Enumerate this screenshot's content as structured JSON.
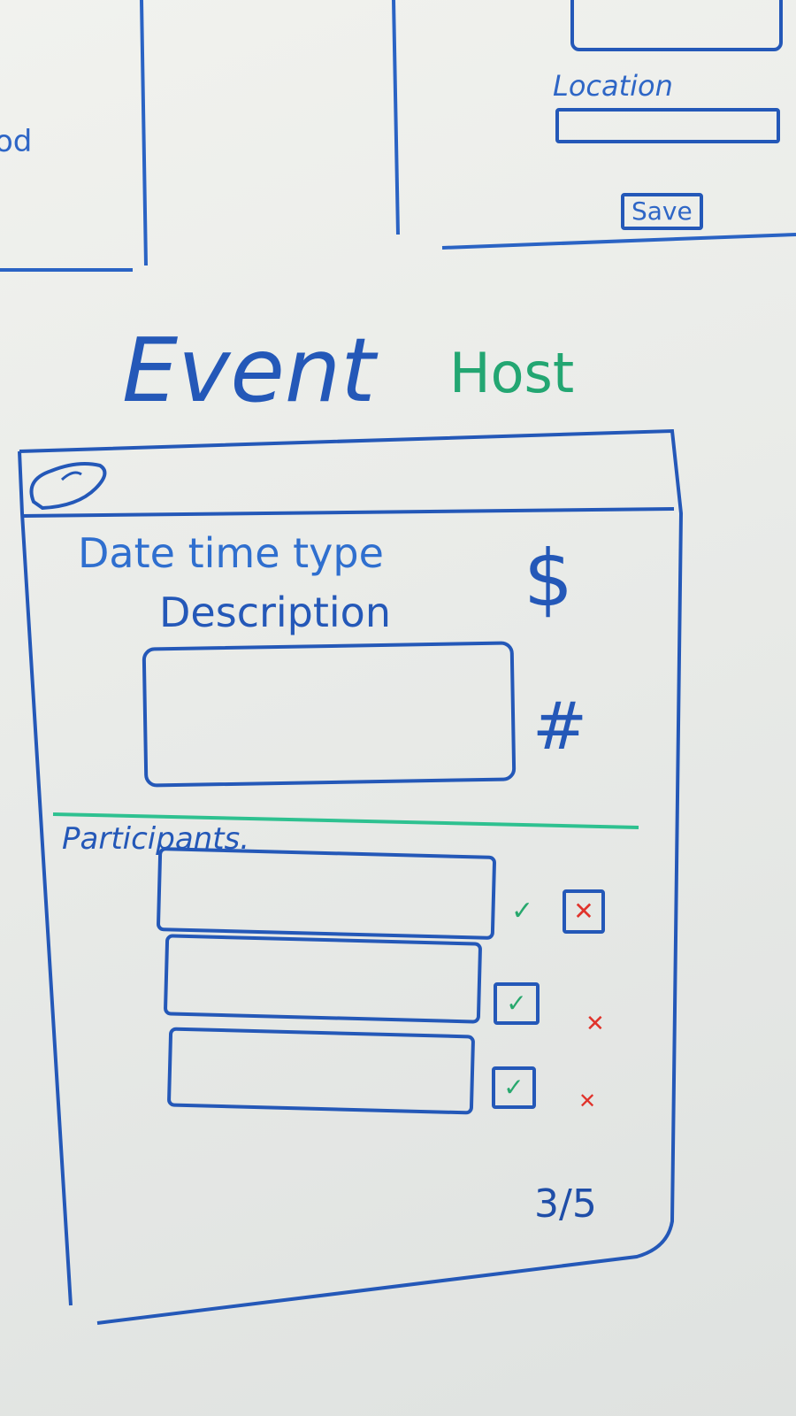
{
  "top_screen": {
    "location_label": "Location",
    "save_label": "Save",
    "partial_text": "od"
  },
  "page": {
    "title": "Event",
    "subtitle": "Host"
  },
  "event_card": {
    "meta_label": "Date time type",
    "price_symbol": "$",
    "description_label": "Description",
    "count_symbol": "#",
    "participants_label": "Participants.",
    "participants": [
      {
        "accepted_mark": "✓",
        "rejected_mark": "✕"
      },
      {
        "accepted_mark": "✓",
        "rejected_mark": "✕"
      },
      {
        "accepted_mark": "✓",
        "rejected_mark": "✕"
      }
    ],
    "participant_count": "3/5"
  },
  "colors": {
    "ink_blue": "#2458b8",
    "ink_green": "#27a86d",
    "ink_red": "#e0332b"
  }
}
